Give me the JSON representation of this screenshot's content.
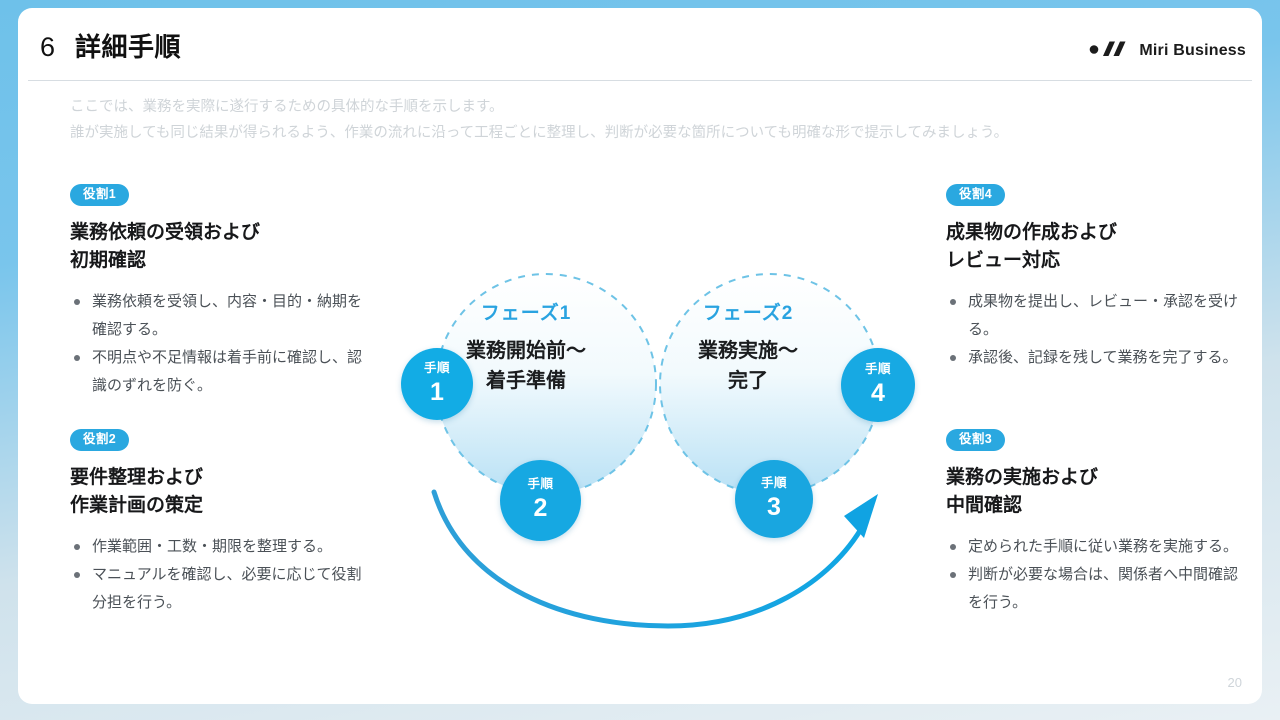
{
  "header": {
    "slide_number": "6",
    "title": "詳細手順",
    "brand_name": "Miri Business",
    "brand_mark_icon": "miri-logo-icon"
  },
  "lead": {
    "line1": "ここでは、業務を実際に遂行するための具体的な手順を示します。",
    "line2": "誰が実施しても同じ結果が得られるよう、作業の流れに沿って工程ごとに整理し、判断が必要な箇所についても明確な形で提示してみましょう。"
  },
  "blocks": [
    {
      "badge": "役割1",
      "title": "業務依頼の受領および\n初期確認",
      "bullets": [
        "業務依頼を受領し、内容・目的・納期を確認する。",
        "不明点や不足情報は着手前に確認し、認識のずれを防ぐ。"
      ]
    },
    {
      "badge": "役割2",
      "title": "要件整理および\n作業計画の策定",
      "bullets": [
        "作業範囲・工数・期限を整理する。",
        "マニュアルを確認し、必要に応じて役割分担を行う。"
      ]
    },
    {
      "badge": "役割4",
      "title": "成果物の作成および\nレビュー対応",
      "bullets": [
        "成果物を提出し、レビュー・承認を受ける。",
        "承認後、記録を残して業務を完了する。"
      ]
    },
    {
      "badge": "役割3",
      "title": "業務の実施および\n中間確認",
      "bullets": [
        "定められた手順に従い業務を実施する。",
        "判断が必要な場合は、関係者へ中間確認を行う。"
      ]
    }
  ],
  "diagram": {
    "phases": [
      {
        "tag": "フェーズ1",
        "text": "業務開始前〜\n着手準備"
      },
      {
        "tag": "フェーズ2",
        "text": "業務実施〜\n完了"
      }
    ],
    "steps": [
      {
        "word": "手順",
        "num": "1"
      },
      {
        "word": "手順",
        "num": "2"
      },
      {
        "word": "手順",
        "num": "3"
      },
      {
        "word": "手順",
        "num": "4"
      }
    ],
    "flow_arrow_icon": "curved-arrow-icon"
  },
  "footer": {
    "page_number": "20"
  },
  "colors": {
    "accent": "#29a3e0",
    "badge": "#2aa8e0",
    "step_circle": "#16a8e2",
    "frame": "#79c5ec",
    "title_text": "#17181a",
    "body_text": "#4b5157",
    "muted_text": "#cfd5da"
  }
}
